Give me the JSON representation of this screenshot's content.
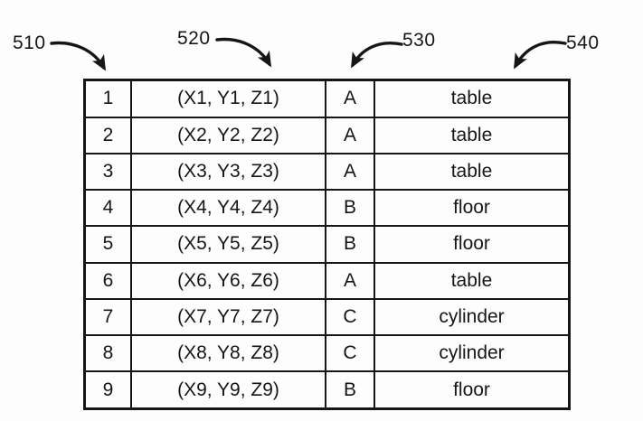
{
  "figure": {
    "colors": {
      "ink": "#161616",
      "background": "#fdfdfd"
    },
    "callouts": [
      {
        "label": "510"
      },
      {
        "label": "520"
      },
      {
        "label": "530"
      },
      {
        "label": "540"
      }
    ],
    "table": {
      "rows": [
        {
          "num": "1",
          "coords": "(X1, Y1, Z1)",
          "letter": "A",
          "name": "table"
        },
        {
          "num": "2",
          "coords": "(X2, Y2, Z2)",
          "letter": "A",
          "name": "table"
        },
        {
          "num": "3",
          "coords": "(X3, Y3, Z3)",
          "letter": "A",
          "name": "table"
        },
        {
          "num": "4",
          "coords": "(X4, Y4, Z4)",
          "letter": "B",
          "name": "floor"
        },
        {
          "num": "5",
          "coords": "(X5, Y5, Z5)",
          "letter": "B",
          "name": "floor"
        },
        {
          "num": "6",
          "coords": "(X6, Y6, Z6)",
          "letter": "A",
          "name": "table"
        },
        {
          "num": "7",
          "coords": "(X7, Y7, Z7)",
          "letter": "C",
          "name": "cylinder"
        },
        {
          "num": "8",
          "coords": "(X8, Y8, Z8)",
          "letter": "C",
          "name": "cylinder"
        },
        {
          "num": "9",
          "coords": "(X9, Y9, Z9)",
          "letter": "B",
          "name": "floor"
        }
      ]
    }
  }
}
